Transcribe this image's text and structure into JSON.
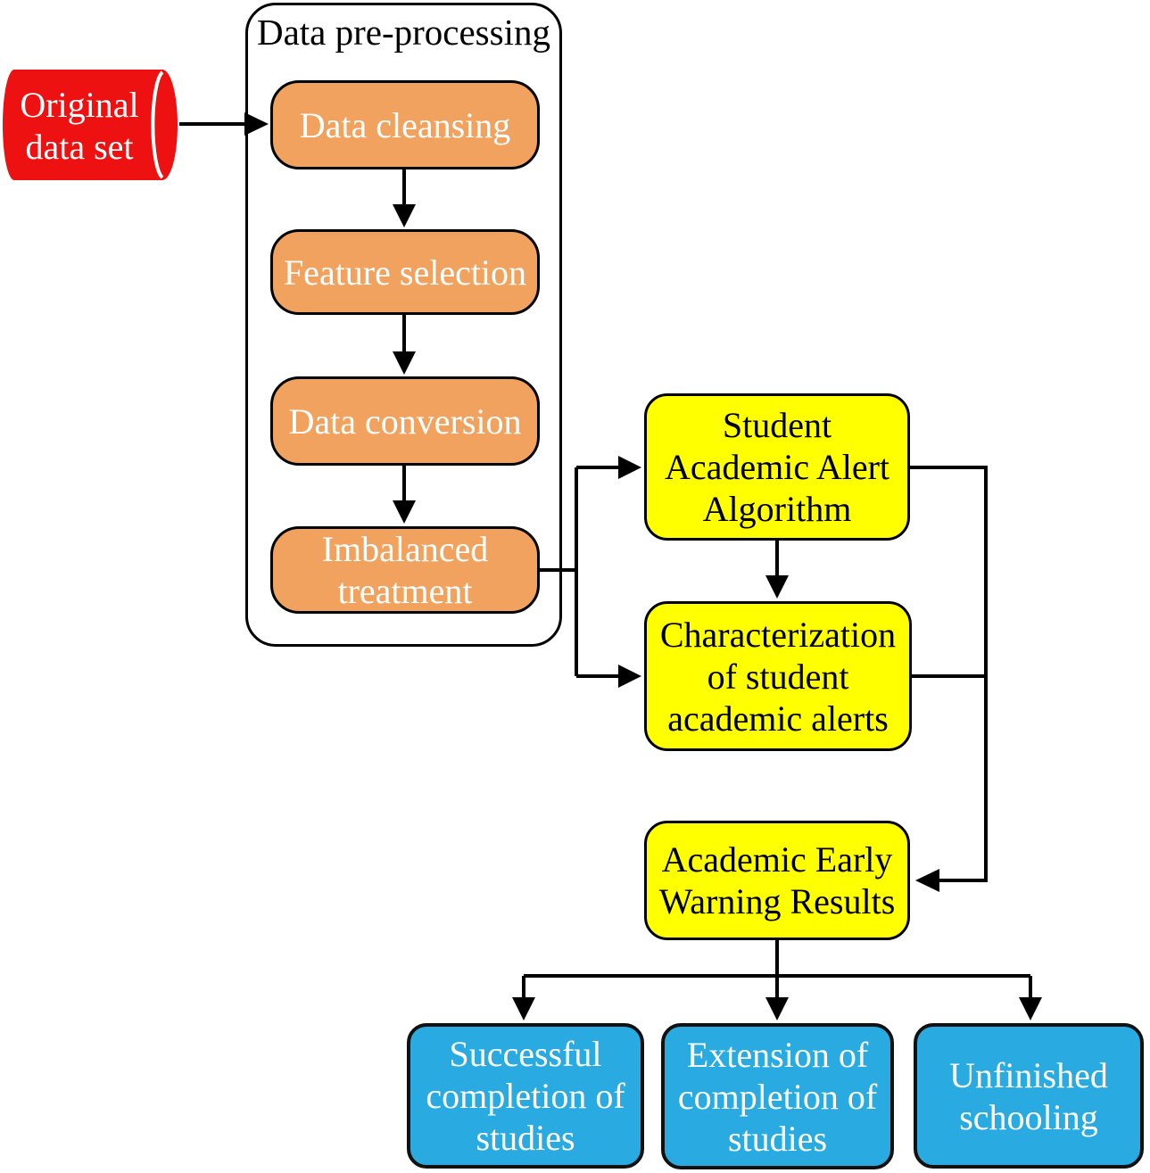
{
  "diagram": {
    "colors": {
      "red": "#ee1111",
      "orange": "#f2a25f",
      "yellow": "#ffff00",
      "blue": "#29abe2",
      "line": "#000000"
    },
    "cylinder": {
      "label": "Original data set",
      "lines": [
        "Original",
        "data set"
      ]
    },
    "group": {
      "title": "Data pre-processing"
    },
    "preprocess_steps": [
      {
        "label": "Data cleansing",
        "lines": [
          "Data cleansing"
        ]
      },
      {
        "label": "Feature selection",
        "lines": [
          "Feature selection"
        ]
      },
      {
        "label": "Data conversion",
        "lines": [
          "Data conversion"
        ]
      },
      {
        "label": "Imbalanced treatment",
        "lines": [
          "Imbalanced",
          "treatment"
        ]
      }
    ],
    "process_boxes": [
      {
        "label": "Student Academic Alert Algorithm",
        "lines": [
          "Student",
          "Academic Alert",
          "Algorithm"
        ]
      },
      {
        "label": "Characterization of student academic alerts",
        "lines": [
          "Characterization",
          "of student",
          "academic alerts"
        ]
      },
      {
        "label": "Academic Early Warning Results",
        "lines": [
          "Academic Early",
          "Warning Results"
        ]
      }
    ],
    "outcomes": [
      {
        "label": "Successful completion of studies",
        "lines": [
          "Successful",
          "completion of",
          "studies"
        ]
      },
      {
        "label": "Extension of completion of studies",
        "lines": [
          "Extension of",
          "completion of",
          "studies"
        ]
      },
      {
        "label": "Unfinished schooling",
        "lines": [
          "Unfinished",
          "schooling"
        ]
      }
    ]
  }
}
